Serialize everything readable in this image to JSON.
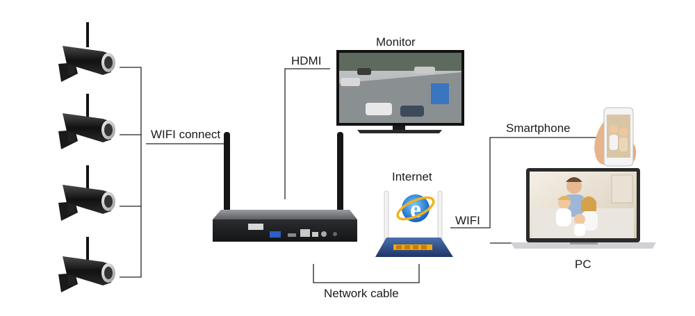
{
  "labels": {
    "monitor": "Monitor",
    "hdmi": "HDMI",
    "wifi_connect": "WIFI connect",
    "smartphone": "Smartphone",
    "internet": "Internet",
    "wifi": "WIFI",
    "pc": "PC",
    "network_cable": "Network cable"
  },
  "colors": {
    "line": "#222222",
    "nvr_body": "#3b3d40",
    "router_blue": "#2f4f86",
    "ie_blue": "#1a6fd0",
    "ie_ring": "#f2b21c"
  }
}
